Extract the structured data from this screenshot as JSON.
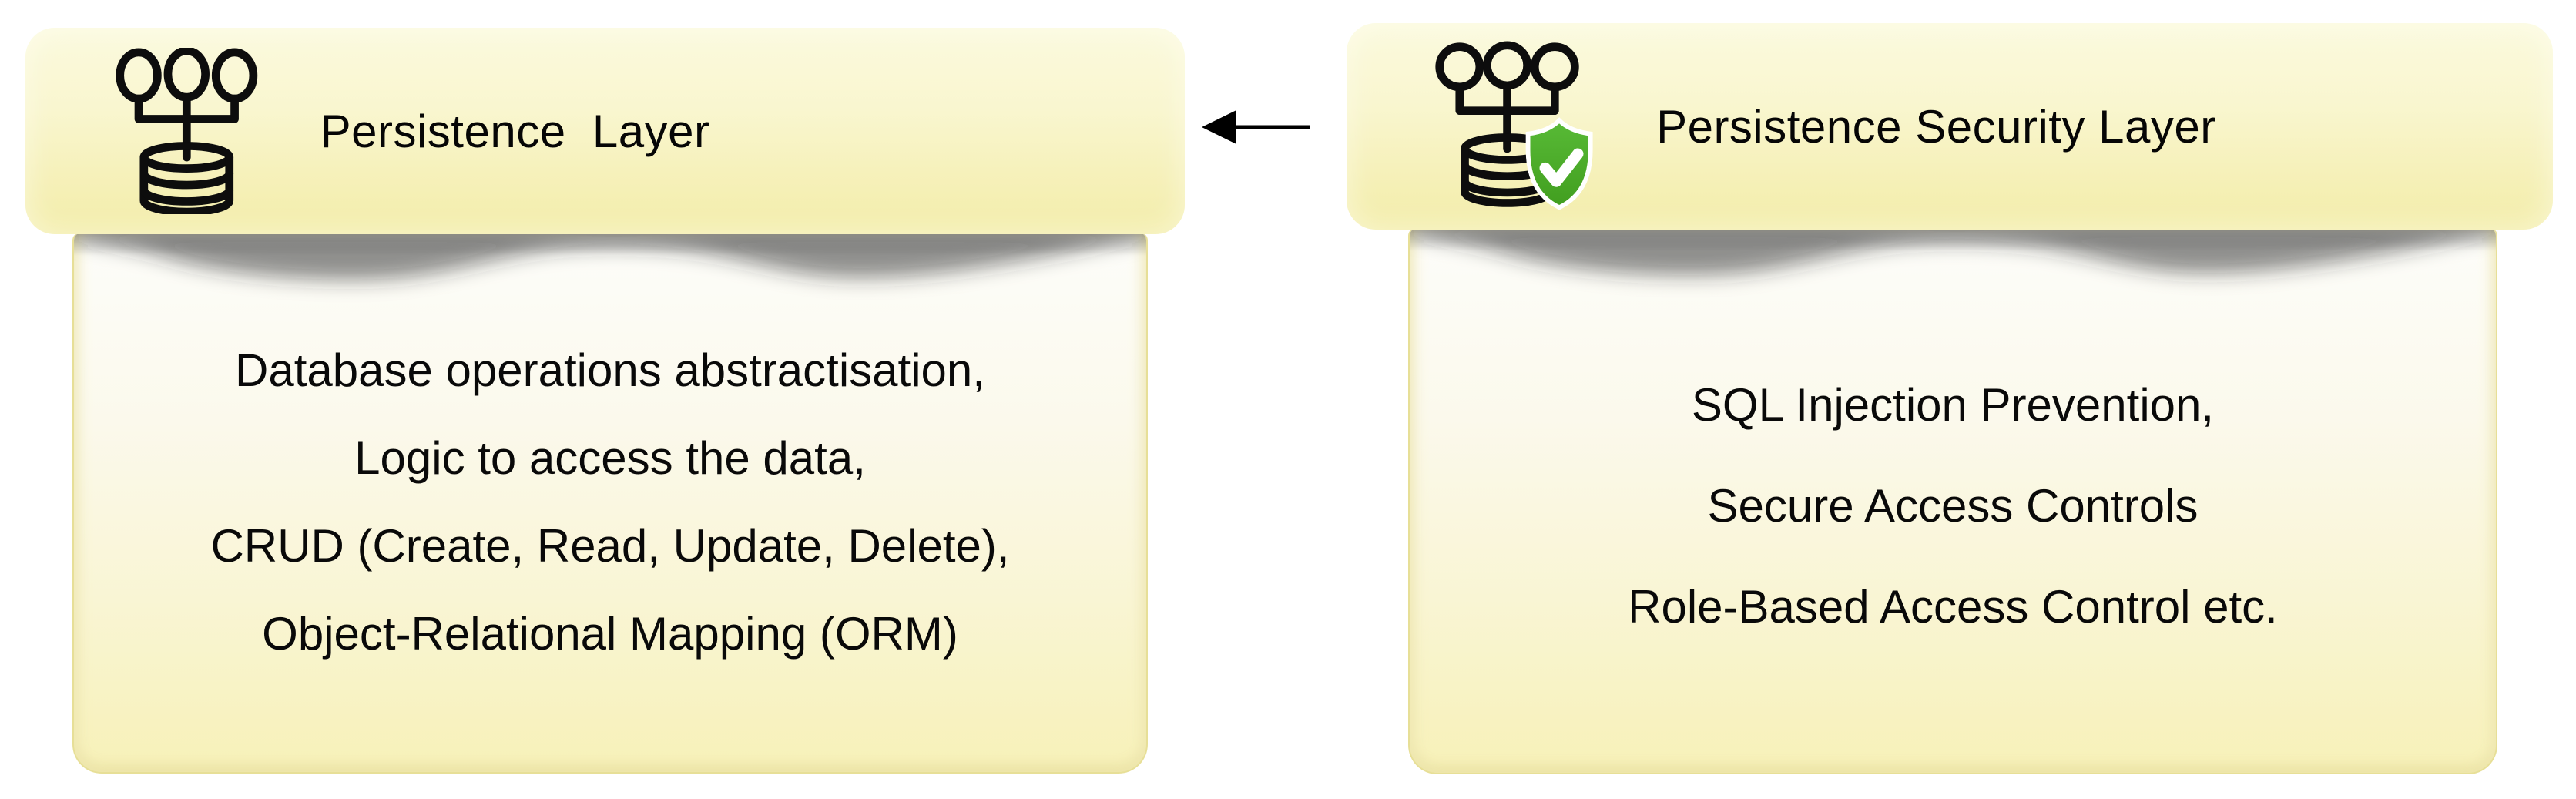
{
  "diagram": {
    "cards": [
      {
        "title": "Persistence  Layer",
        "icon": "database-hierarchy-icon",
        "body_lines": [
          "Database operations abstractisation,",
          "Logic to access the data,",
          "CRUD (Create, Read, Update, Delete),",
          "Object-Relational Mapping (ORM)"
        ]
      },
      {
        "title": "Persistence Security Layer",
        "icon": "database-hierarchy-shield-icon",
        "body_lines": [
          "SQL Injection Prevention,",
          "Secure Access Controls",
          "Role-Based Access Control etc."
        ]
      }
    ],
    "arrow": {
      "direction": "left",
      "from": "Persistence Security Layer",
      "to": "Persistence  Layer"
    },
    "colors": {
      "header_top": "#fbfade",
      "header_bottom": "#f3eda9",
      "body_top": "#fdfdfa",
      "body_bottom": "#f7f1b8",
      "body_border": "#e7df97",
      "shield_green_top": "#58ba36",
      "shield_green_bottom": "#419e1f",
      "check": "#ffffff",
      "line_art": "#0d0d0d",
      "text": "#000000",
      "background": "#ffffff"
    }
  }
}
